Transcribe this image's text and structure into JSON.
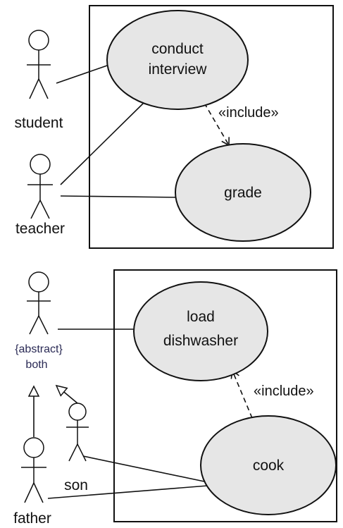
{
  "diagram_top": {
    "actors": {
      "student": "student",
      "teacher": "teacher"
    },
    "use_cases": {
      "conduct_interview": [
        "conduct",
        "interview"
      ],
      "grade": "grade"
    },
    "relationships": {
      "include": "«include»"
    }
  },
  "diagram_bottom": {
    "actors": {
      "both_stereotype": "{abstract}",
      "both": "both",
      "son": "son",
      "father": "father"
    },
    "use_cases": {
      "load_dishwasher": [
        "load",
        "dishwasher"
      ],
      "cook": "cook"
    },
    "relationships": {
      "include": "«include»"
    }
  }
}
